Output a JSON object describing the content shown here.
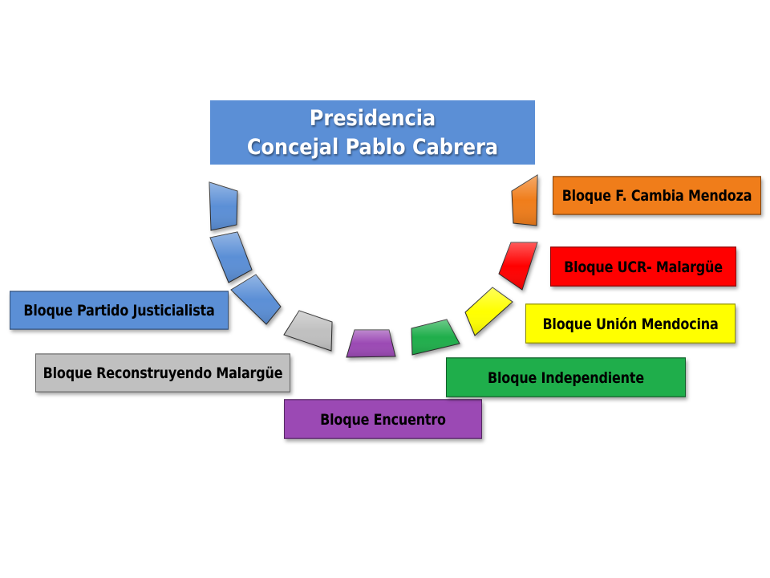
{
  "presidencia": {
    "line1": "Presidencia",
    "line2": "Concejal Pablo Cabrera",
    "color": "#5b8fd6"
  },
  "bloques": [
    {
      "id": "pj",
      "label": "Bloque Partido Justicialista",
      "color": "#5b8fd6",
      "text_color": "#000000",
      "seats": 3
    },
    {
      "id": "reconstruyendo",
      "label": "Bloque Reconstruyendo Malargüe",
      "color": "#c0c0c0",
      "text_color": "#000000",
      "seats": 1
    },
    {
      "id": "encuentro",
      "label": "Bloque Encuentro",
      "color": "#9b49b4",
      "text_color": "#000000",
      "seats": 1
    },
    {
      "id": "independiente",
      "label": "Bloque Independiente",
      "color": "#1fae4b",
      "text_color": "#000000",
      "seats": 1
    },
    {
      "id": "union",
      "label": "Bloque Unión Mendocina",
      "color": "#ffff00",
      "text_color": "#000000",
      "seats": 1
    },
    {
      "id": "ucr",
      "label": "Bloque UCR- Malargüe",
      "color": "#ff0000",
      "text_color": "#000000",
      "seats": 1
    },
    {
      "id": "cambia",
      "label": "Bloque F. Cambia Mendoza",
      "color": "#f07d1a",
      "text_color": "#000000",
      "seats": 1
    }
  ]
}
